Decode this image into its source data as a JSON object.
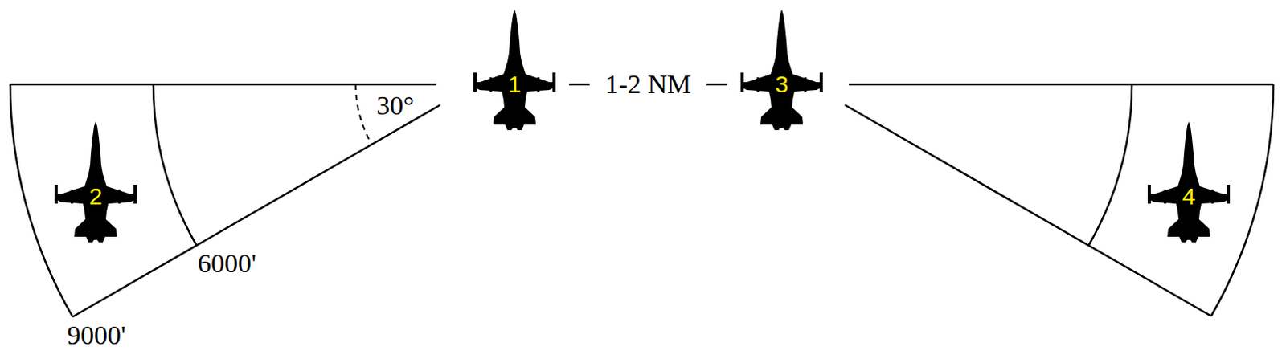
{
  "diagram": {
    "nodes": [
      {
        "text": [
          "1"
        ]
      },
      {
        "text": [
          "3"
        ]
      },
      {
        "text": [
          "2"
        ]
      },
      {
        "text": [
          "4"
        ]
      }
    ],
    "edges": [
      {
        "from": 0,
        "to": 1,
        "arrow": "none",
        "label": "1-2 NM"
      }
    ],
    "labels": [
      "30°",
      "6000'",
      "9000'"
    ]
  }
}
